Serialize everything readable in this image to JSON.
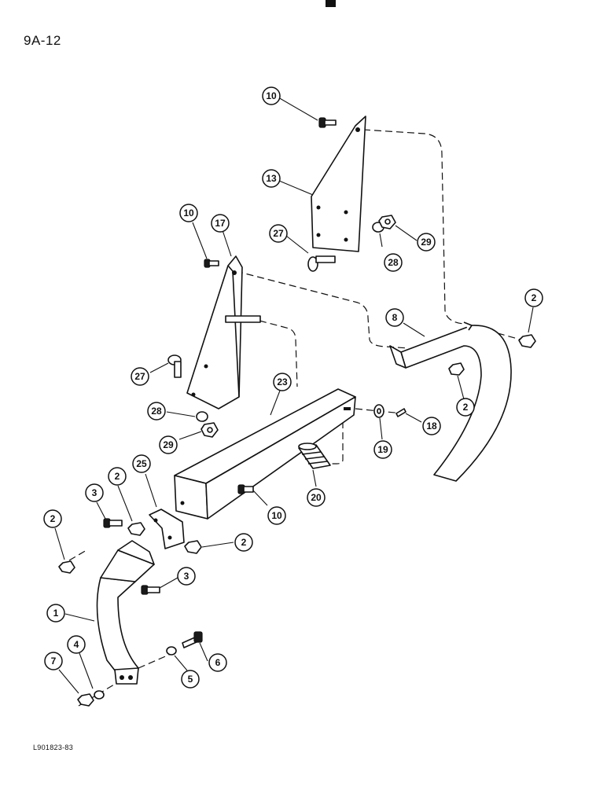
{
  "page": {
    "page_id": "9A-12",
    "figure_code": "L901823-83"
  },
  "callouts": [
    {
      "id": "c10a",
      "label": "10"
    },
    {
      "id": "c13",
      "label": "13"
    },
    {
      "id": "c27a",
      "label": "27"
    },
    {
      "id": "c28a",
      "label": "28"
    },
    {
      "id": "c29a",
      "label": "29"
    },
    {
      "id": "c10b",
      "label": "10"
    },
    {
      "id": "c17",
      "label": "17"
    },
    {
      "id": "c2a",
      "label": "2"
    },
    {
      "id": "c8",
      "label": "8"
    },
    {
      "id": "c2b",
      "label": "2"
    },
    {
      "id": "c27b",
      "label": "27"
    },
    {
      "id": "c23",
      "label": "23"
    },
    {
      "id": "c18",
      "label": "18"
    },
    {
      "id": "c28b",
      "label": "28"
    },
    {
      "id": "c29b",
      "label": "29"
    },
    {
      "id": "c19",
      "label": "19"
    },
    {
      "id": "c25",
      "label": "25"
    },
    {
      "id": "c2c",
      "label": "2"
    },
    {
      "id": "c3a",
      "label": "3"
    },
    {
      "id": "c20",
      "label": "20"
    },
    {
      "id": "c10c",
      "label": "10"
    },
    {
      "id": "c2d",
      "label": "2"
    },
    {
      "id": "c2e",
      "label": "2"
    },
    {
      "id": "c3b",
      "label": "3"
    },
    {
      "id": "c1",
      "label": "1"
    },
    {
      "id": "c4",
      "label": "4"
    },
    {
      "id": "c7",
      "label": "7"
    },
    {
      "id": "c6",
      "label": "6"
    },
    {
      "id": "c5",
      "label": "5"
    }
  ]
}
